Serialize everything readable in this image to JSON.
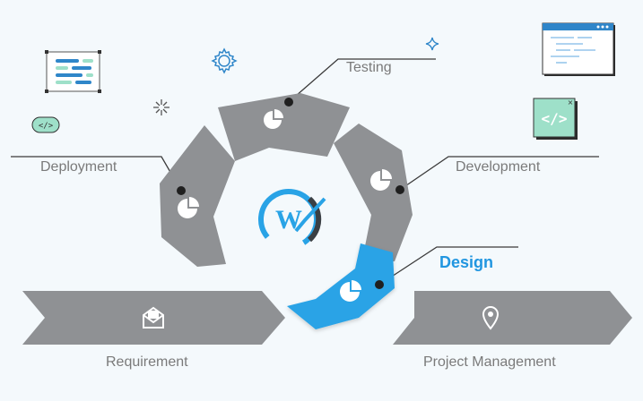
{
  "phases": {
    "testing": "Testing",
    "deployment": "Deployment",
    "development": "Development",
    "design": "Design",
    "requirement": "Requirement",
    "project_management": "Project Management"
  },
  "colors": {
    "background": "#f4f9fc",
    "segment_gray": "#8f9194",
    "active_blue": "#29a3e6",
    "label_gray": "#7a7a7a",
    "label_active": "#2196e0",
    "logo_blue": "#29a3e6",
    "logo_dark": "#3a3f44",
    "code_green": "#9ee0c9"
  },
  "icons": {
    "requirement": "envelope-icon",
    "project_management": "location-pin-icon",
    "segments": "pie-chart-icon",
    "logo": "w-check-logo-icon",
    "decor": [
      "code-window-icon",
      "code-tag-icon",
      "gear-icon",
      "sparkle-icon",
      "burst-icon",
      "browser-window-icon",
      "code-tag-badge-icon"
    ]
  }
}
